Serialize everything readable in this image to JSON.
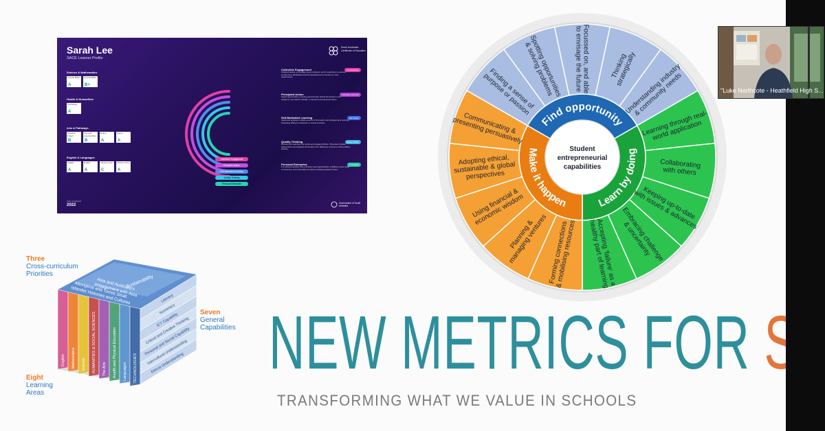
{
  "profile": {
    "name": "Sarah Lee",
    "subtitle": "SACE Learner Profile",
    "logo_text": "South Australian Certificate of Education",
    "sections": [
      {
        "title": "Science & Mathematics",
        "subjects": [
          {
            "label": "General Maths",
            "grade": "A"
          },
          {
            "label": "General Maths",
            "grade": "B+"
          }
        ]
      },
      {
        "title": "Health & Humanities",
        "subjects": [
          {
            "label": "Psychology",
            "grade": "A"
          }
        ]
      },
      {
        "title": "Arts & Pathways",
        "subjects": [
          {
            "label": "Research Project",
            "grade": "B"
          },
          {
            "label": "Personal Learning Plan",
            "grade": "B"
          },
          {
            "label": "Drama",
            "grade": "A"
          },
          {
            "label": "Drama",
            "grade": "A"
          }
        ]
      },
      {
        "title": "English & Languages",
        "subjects": [
          {
            "label": "English",
            "grade": "A"
          },
          {
            "label": "English",
            "grade": "A"
          },
          {
            "label": "Chinese (cont.)",
            "grade": "C"
          },
          {
            "label": "Chinese (cont.)",
            "grade": "A"
          }
        ]
      }
    ],
    "capabilities": [
      {
        "title": "Collective Engagement",
        "level": "Consolidated",
        "color": "#e23fa6",
        "text": "Outward looking, encourages group cohesion, and is responsive to external environment. Establishes internal standards and processes to meet requirements."
      },
      {
        "title": "Principled Action",
        "level": "Critically reasoned",
        "color": "#b43fd0",
        "text": "Seeks opportunities to develop and test their ethical framework in new situations, and reflects critically on decisions and personal claims."
      },
      {
        "title": "Self-Motivated Learning",
        "level": "Self aware",
        "color": "#3f6fe0",
        "text": "Seeks and analyses multiple sources of information and activates prior learning, integrating different perspective to extend concepts."
      },
      {
        "title": "Quality Thinking",
        "level": "Deep thinker",
        "color": "#3fb5e0",
        "text": "Monitors own learning in an active and engaged fashion. Perceives multiple perspectives and integrates information from difference sources to make justified choices."
      },
      {
        "title": "Personal Enterprise",
        "level": "Innovative",
        "color": "#23c9a8",
        "text": "Pro-actively identifies and embraces novel opportunities, mobilises a wide range of resources, and continually innovates to achieve greatest impact."
      }
    ],
    "legend": [
      "Collective Engagement",
      "Principled Action",
      "Self-Motivated Learning",
      "Quality Thinking",
      "Personal Enterprise"
    ],
    "legend_colors": [
      "#e23fa6",
      "#c24fe0",
      "#4f8fe8",
      "#38c7e8",
      "#2ad3b0"
    ],
    "year_label": "Year completed",
    "year": "2022",
    "gov_text": "Government of South Australia"
  },
  "wheel": {
    "center_text": [
      "Student",
      "entrepreneurial",
      "capabilities"
    ],
    "segments": [
      {
        "name": "Find opportunity",
        "color": "#1f68b4",
        "outer_color": "#a9bde3",
        "items": [
          [
            "Finding a sense of",
            "purpose or passion"
          ],
          [
            "Spotting opportunities",
            "& solving problems"
          ],
          [
            "Focussed on, and able",
            "to envisage the future"
          ],
          [
            "Thinking",
            "strategically"
          ],
          [
            "Understanding industry",
            "& community needs"
          ]
        ]
      },
      {
        "name": "Learn by doing",
        "color": "#1aa33a",
        "outer_color": "#2cc44f",
        "items": [
          [
            "Learning through real-",
            "world application"
          ],
          [
            "Collaborating",
            "with others"
          ],
          [
            "Keeping up-to-date",
            "with issues & advances"
          ],
          [
            "Embracing challenge",
            "& uncertainty"
          ],
          [
            "Accepting 'failure' as a",
            "healthy part of learning"
          ]
        ]
      },
      {
        "name": "Make it happen",
        "color": "#ea7d12",
        "outer_color": "#f5a034",
        "items": [
          [
            "Forming connections",
            "& mobilising resources"
          ],
          [
            "Planning &",
            "managing ventures"
          ],
          [
            "Using financial &",
            "economic wisdom"
          ],
          [
            "Adopting ethical,",
            "sustainable & global",
            "perspectives"
          ],
          [
            "Communicating &",
            "presenting persuasively"
          ]
        ]
      }
    ]
  },
  "cube": {
    "priorities_num": "Three",
    "priorities_label": [
      "Cross-curriculum",
      "Priorities"
    ],
    "capabilities_num": "Seven",
    "capabilities_label": [
      "General",
      "Capabilities"
    ],
    "areas_num": "Eight",
    "areas_label": [
      "Learning",
      "Areas"
    ],
    "top_band": "Sustainability",
    "mid_band": [
      "Asia and Australia's",
      "engagement with Asia"
    ],
    "low_band": [
      "Aboriginal and Torres Strait",
      "Islander Histories and Cultures"
    ],
    "capability_bands": [
      "Literacy",
      "Numeracy",
      "ICT Capability",
      "Critical and Creative Thinking",
      "Personal and Social Capability",
      "Intercultural Understanding",
      "Ethical Understanding"
    ],
    "learning_areas": [
      "English",
      "Mathematics",
      "Science",
      "HUMANITIES & SOCIAL SCIENCES",
      "The Arts",
      "Health and Physical Education",
      "Languages",
      "TECHNOLOGIES"
    ],
    "colors": {
      "orange": "#f07820",
      "blue": "#2a78c2"
    }
  },
  "headline": {
    "part1": "NEW METRICS FOR ",
    "part2": "SUCCESS:",
    "subtitle": "TRANSFORMING WHAT WE VALUE IN SCHOOLS",
    "colors": {
      "teal": "#2e8f9c",
      "orange": "#e3763a"
    }
  },
  "video": {
    "caption": "\"Luke Northcote - Heathfield High S..."
  }
}
